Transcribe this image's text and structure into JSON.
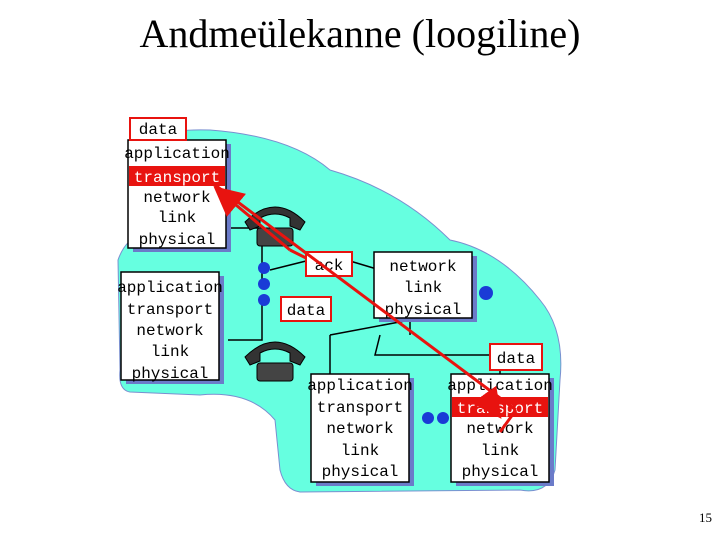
{
  "title": "Andmeülekanne (loogiline)",
  "page_number": "15",
  "stacks": {
    "top_left": [
      "application",
      "transport",
      "network",
      "link",
      "physical"
    ],
    "left": [
      "application",
      "transport",
      "network",
      "link",
      "physical"
    ],
    "router": [
      "network",
      "link",
      "physical"
    ],
    "bottom_center": [
      "application",
      "transport",
      "network",
      "link",
      "physical"
    ],
    "bottom_right": [
      "application",
      "transport",
      "network",
      "link",
      "physical"
    ]
  },
  "labels": {
    "data_top": "data",
    "ack": "ack",
    "data_middle": "data",
    "data_right": "data"
  },
  "colors": {
    "network_cloud": "#66ffe0",
    "highlight": "#e8130f",
    "arrow": "#e8130f",
    "node": "#1a3bd6",
    "shadow": "#6b7bc9"
  }
}
